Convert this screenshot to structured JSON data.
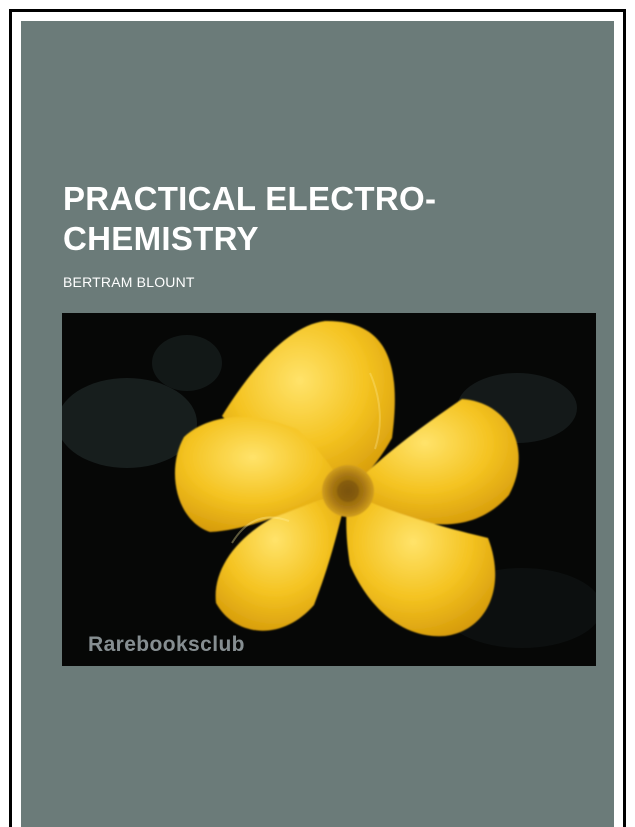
{
  "cover": {
    "title_lines": [
      "PRACTICAL ELECTRO-",
      "CHEMISTRY"
    ],
    "author": "BERTRAM BLOUNT",
    "watermark": "Rarebooksclub"
  },
  "colors": {
    "cover_background": "#6b7b79",
    "photo_background": "#070807",
    "petal": "#f3c21f",
    "flower_center": "#a97812",
    "text": "#ffffff"
  },
  "icons": {
    "flower": "yellow-flower-photo"
  }
}
